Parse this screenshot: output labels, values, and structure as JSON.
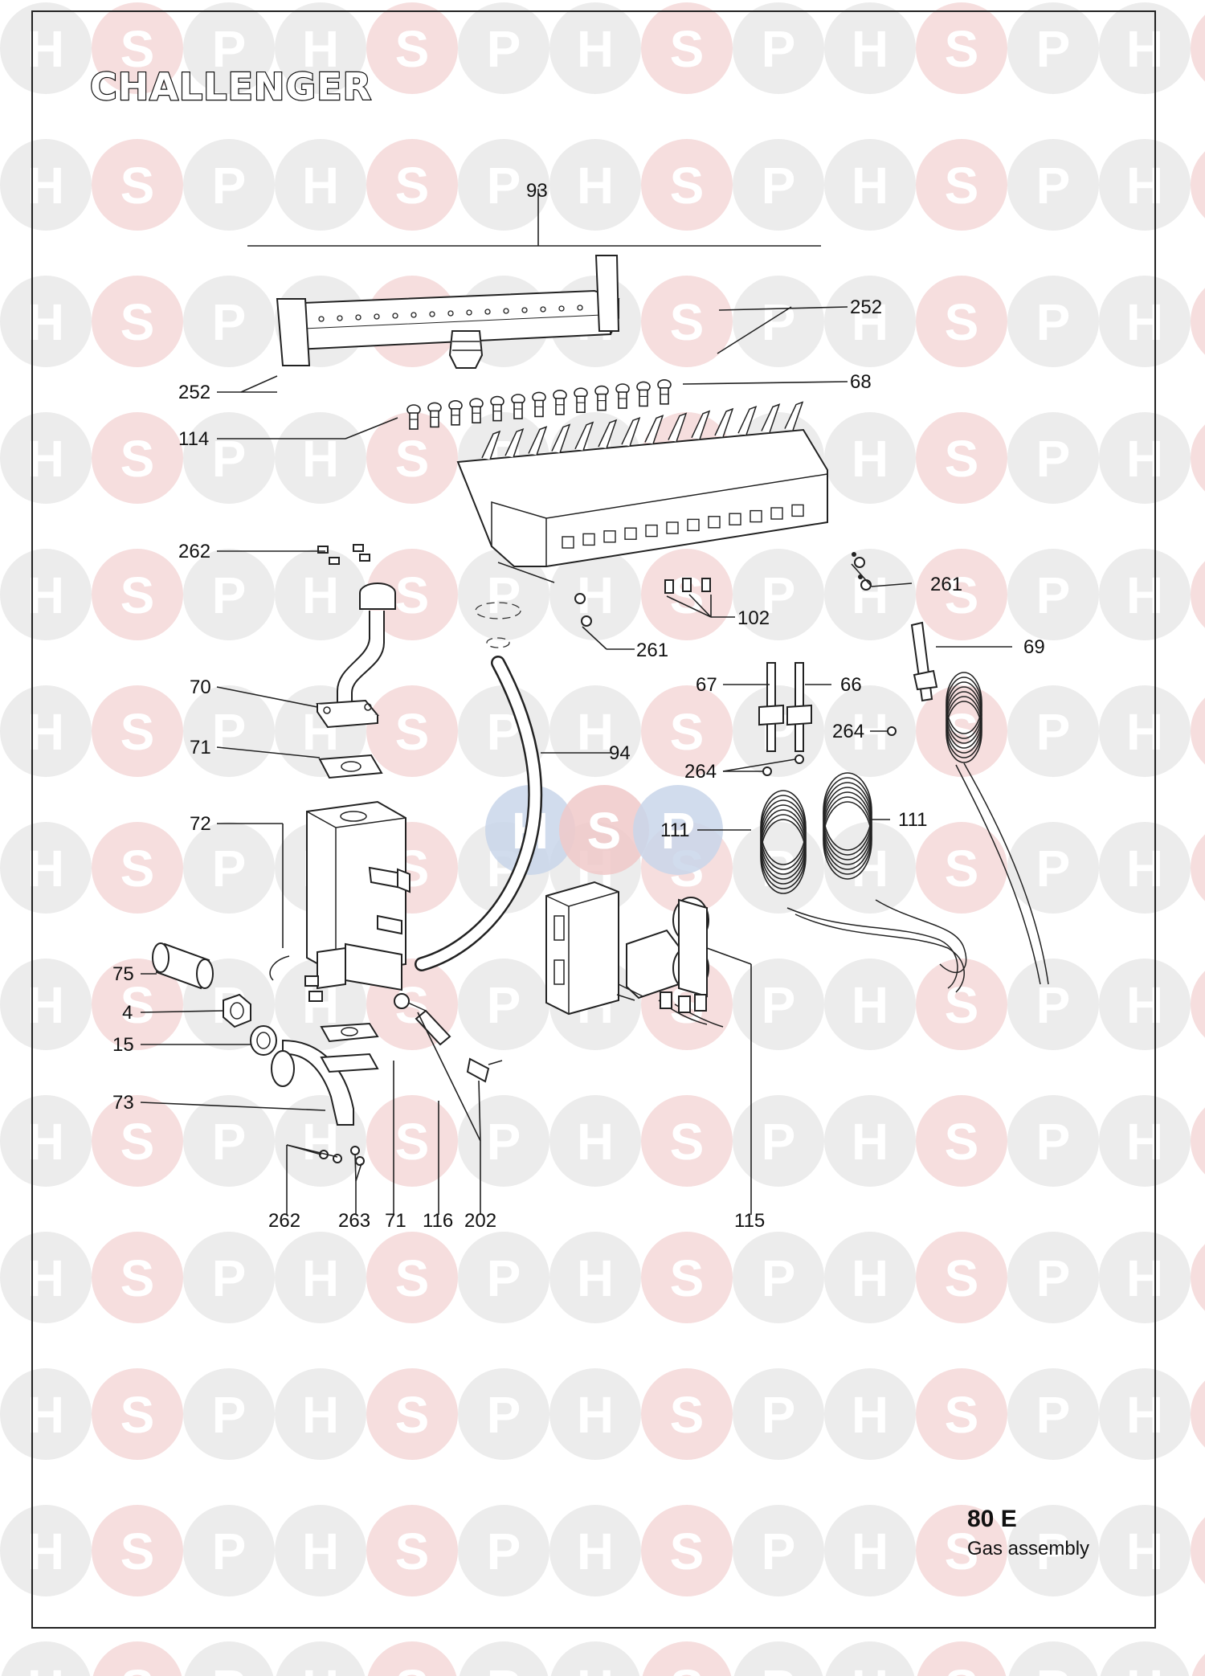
{
  "brand": {
    "logo_text": "CHALLENGER"
  },
  "footer": {
    "model": "80 E",
    "description": "Gas assembly"
  },
  "watermark": {
    "letters": [
      "H",
      "S",
      "P"
    ]
  },
  "colors": {
    "watermark_grey": "#ececec",
    "watermark_pink": "#f6dede",
    "center_logo_blue": "#c9d6ea",
    "center_logo_pink": "#f0c9c9",
    "line": "#222222"
  },
  "callouts": [
    {
      "id": "c93",
      "text": "93"
    },
    {
      "id": "c252a",
      "text": "252"
    },
    {
      "id": "c252b",
      "text": "252"
    },
    {
      "id": "c68",
      "text": "68"
    },
    {
      "id": "c114",
      "text": "114"
    },
    {
      "id": "c262a",
      "text": "262"
    },
    {
      "id": "c261a",
      "text": "261"
    },
    {
      "id": "c102",
      "text": "102"
    },
    {
      "id": "c261b",
      "text": "261"
    },
    {
      "id": "c69",
      "text": "69"
    },
    {
      "id": "c70",
      "text": "70"
    },
    {
      "id": "c67",
      "text": "67"
    },
    {
      "id": "c66",
      "text": "66"
    },
    {
      "id": "c264a",
      "text": "264"
    },
    {
      "id": "c71a",
      "text": "71"
    },
    {
      "id": "c94",
      "text": "94"
    },
    {
      "id": "c264b",
      "text": "264"
    },
    {
      "id": "c72",
      "text": "72"
    },
    {
      "id": "c111a",
      "text": "111"
    },
    {
      "id": "c111b",
      "text": "111"
    },
    {
      "id": "c75",
      "text": "75"
    },
    {
      "id": "c4",
      "text": "4"
    },
    {
      "id": "c15",
      "text": "15"
    },
    {
      "id": "c73",
      "text": "73"
    },
    {
      "id": "c262b",
      "text": "262"
    },
    {
      "id": "c263",
      "text": "263"
    },
    {
      "id": "c71b",
      "text": "71"
    },
    {
      "id": "c116",
      "text": "116"
    },
    {
      "id": "c202",
      "text": "202"
    },
    {
      "id": "c115",
      "text": "115"
    }
  ]
}
